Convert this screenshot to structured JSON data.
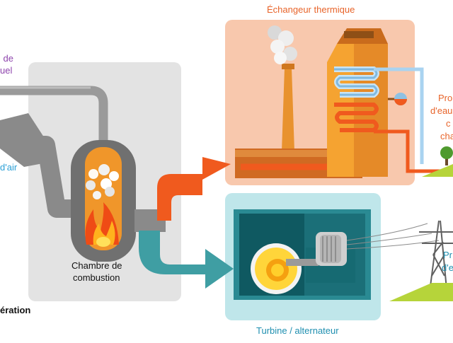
{
  "labels": {
    "fuel_line1": "l de",
    "fuel_line2": "uel",
    "air": "d'air",
    "combustion_line1": "Chambre de",
    "combustion_line2": "combustion",
    "heat_exchanger": "Échangeur thermique",
    "turbine": "Turbine / alternateur",
    "heat_out_line1": "Pro",
    "heat_out_line2": "d'eau",
    "heat_out_line3": "c",
    "heat_out_line4": "cha",
    "power_out_line1": "Pr",
    "power_out_line2": "d'e",
    "section_title": "ération"
  },
  "colors": {
    "combustion_panel": "#e3e3e3",
    "exchanger_panel": "#f8c8ad",
    "turbine_panel": "#bfe6ea",
    "hot_arrow": "#f05a1e",
    "turbine_arrow": "#3f9ea3",
    "fuel_label": "#8e44ad",
    "air_label": "#2a9fd6",
    "exchanger_label": "#e8642a",
    "turbine_label": "#1f8fb0",
    "grass": "#b6d43a"
  }
}
